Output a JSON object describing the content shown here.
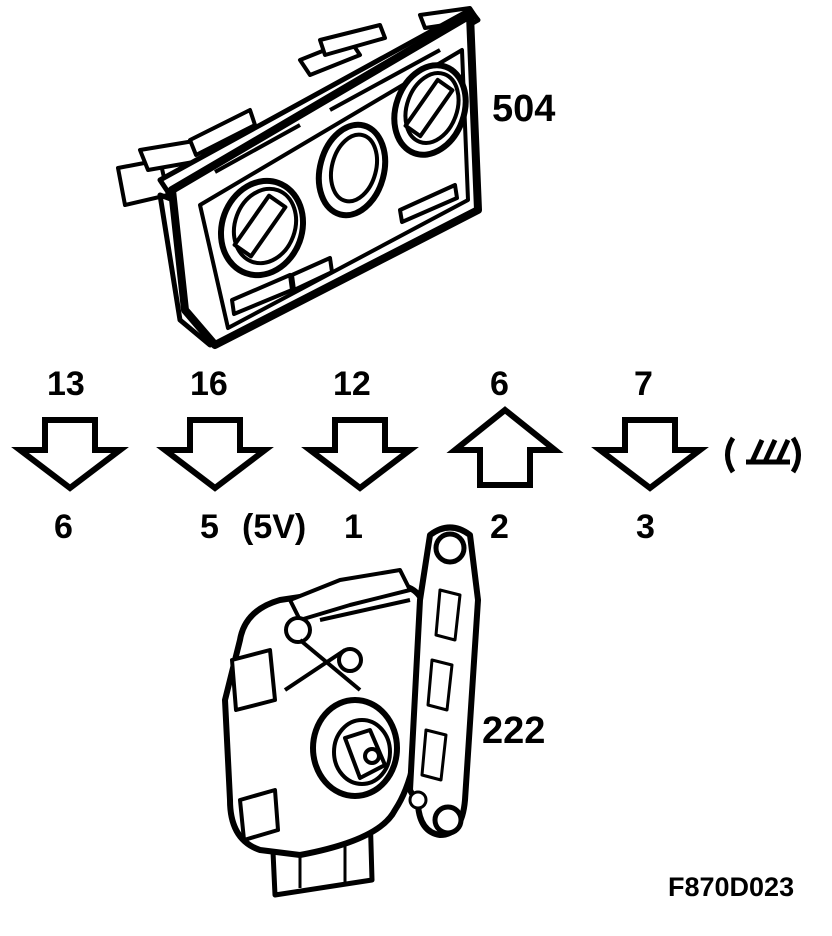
{
  "labels": {
    "control_panel_ref": "504",
    "actuator_ref": "222",
    "figure_code": "F870D023"
  },
  "connections": [
    {
      "from_pin": "13",
      "to_pin": "6",
      "direction": "down"
    },
    {
      "from_pin": "16",
      "to_pin": "5",
      "direction": "down",
      "note": "(5V)"
    },
    {
      "from_pin": "12",
      "to_pin": "1",
      "direction": "down"
    },
    {
      "from_pin": "6",
      "to_pin": "2",
      "direction": "up"
    },
    {
      "from_pin": "7",
      "to_pin": "3",
      "direction": "down"
    }
  ],
  "ground_symbol": "ground-icon",
  "colors": {
    "line": "#000000",
    "background": "#ffffff"
  }
}
